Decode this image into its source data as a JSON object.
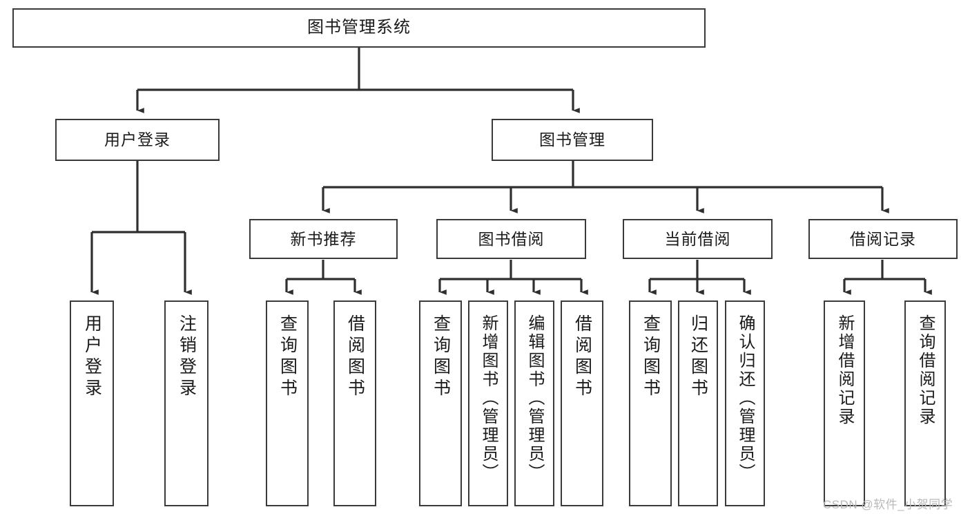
{
  "diagram": {
    "type": "tree-hierarchy",
    "title": "图书管理系统",
    "background_color": "#ffffff",
    "stroke_color": "#3a3a3a",
    "text_color": "#1a1a1a",
    "orientation": "top-down"
  },
  "nodes": {
    "root": {
      "label": "图书管理系统",
      "level": 0
    },
    "level1": [
      {
        "id": "user-login",
        "label": "用户登录"
      },
      {
        "id": "book-manage",
        "label": "图书管理"
      }
    ],
    "level2": [
      {
        "id": "new-book-recommend",
        "label": "新书推荐",
        "parent": "book-manage"
      },
      {
        "id": "book-borrow",
        "label": "图书借阅",
        "parent": "book-manage"
      },
      {
        "id": "current-borrow",
        "label": "当前借阅",
        "parent": "book-manage"
      },
      {
        "id": "borrow-record",
        "label": "借阅记录",
        "parent": "book-manage"
      }
    ],
    "leaves": [
      {
        "id": "leaf-user-login",
        "label": "用户登录",
        "parent": "user-login"
      },
      {
        "id": "leaf-logout",
        "label": "注销登录",
        "parent": "user-login"
      },
      {
        "id": "leaf-query-book-1",
        "label": "查询图书",
        "parent": "new-book-recommend"
      },
      {
        "id": "leaf-borrow-book-1",
        "label": "借阅图书",
        "parent": "new-book-recommend"
      },
      {
        "id": "leaf-query-book-2",
        "label": "查询图书",
        "parent": "book-borrow"
      },
      {
        "id": "leaf-add-book",
        "label": "新增图书（管理员）",
        "parent": "book-borrow"
      },
      {
        "id": "leaf-edit-book",
        "label": "编辑图书（管理员）",
        "parent": "book-borrow"
      },
      {
        "id": "leaf-borrow-book-2",
        "label": "借阅图书",
        "parent": "book-borrow"
      },
      {
        "id": "leaf-query-book-3",
        "label": "查询图书",
        "parent": "current-borrow"
      },
      {
        "id": "leaf-return-book",
        "label": "归还图书",
        "parent": "current-borrow"
      },
      {
        "id": "leaf-confirm-return",
        "label": "确认归还（管理员）",
        "parent": "current-borrow"
      },
      {
        "id": "leaf-add-record",
        "label": "新增借阅记录",
        "parent": "borrow-record"
      },
      {
        "id": "leaf-query-record",
        "label": "查询借阅记录",
        "parent": "borrow-record"
      }
    ]
  },
  "watermark": {
    "text": "CSDN @软件_小贺同学",
    "color": "#b9b9b9"
  }
}
